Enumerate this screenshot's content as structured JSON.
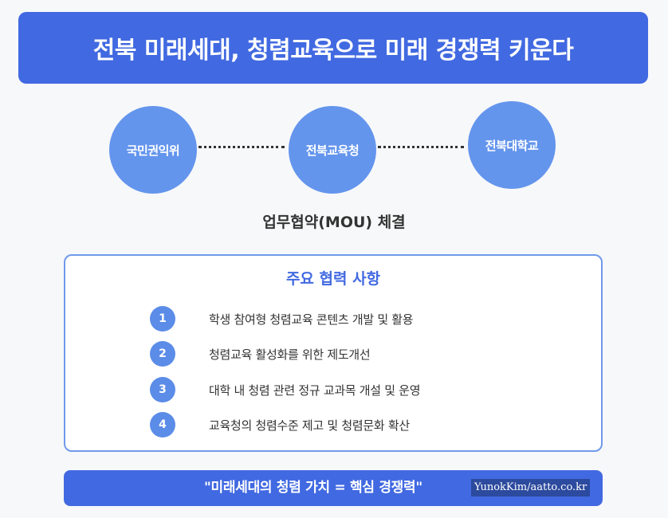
{
  "title": "전북 미래세대, 청렴교육으로 미래 경쟁력 키운다",
  "organizations": [
    "국민권익위",
    "전북교육청",
    "전북대학교"
  ],
  "agreement_label": "업무협약(MOU) 체결",
  "cooperation": {
    "heading": "주요 협력 사항",
    "items": [
      {
        "number": "1",
        "text": "학생 참여형 청렴교육 콘텐츠 개발 및 활용"
      },
      {
        "number": "2",
        "text": "청렴교육 활성화를 위한 제도개선"
      },
      {
        "number": "3",
        "text": "대학 내 청렴 관련 정규 교과목 개설 및 운영"
      },
      {
        "number": "4",
        "text": "교육청의 청렴수준 제고 및 청렴문화 확산"
      }
    ]
  },
  "footer": {
    "quote": "\"미래세대의 청렴 가치 = 핵심 경쟁력\"",
    "credit": "YunokKim/aatto.co.kr"
  },
  "colors": {
    "primary": "#4169e1",
    "circle": "#6495ed",
    "badge": "#5b8ce8",
    "panel_border": "#6f9aea",
    "text_dark": "#333333"
  }
}
